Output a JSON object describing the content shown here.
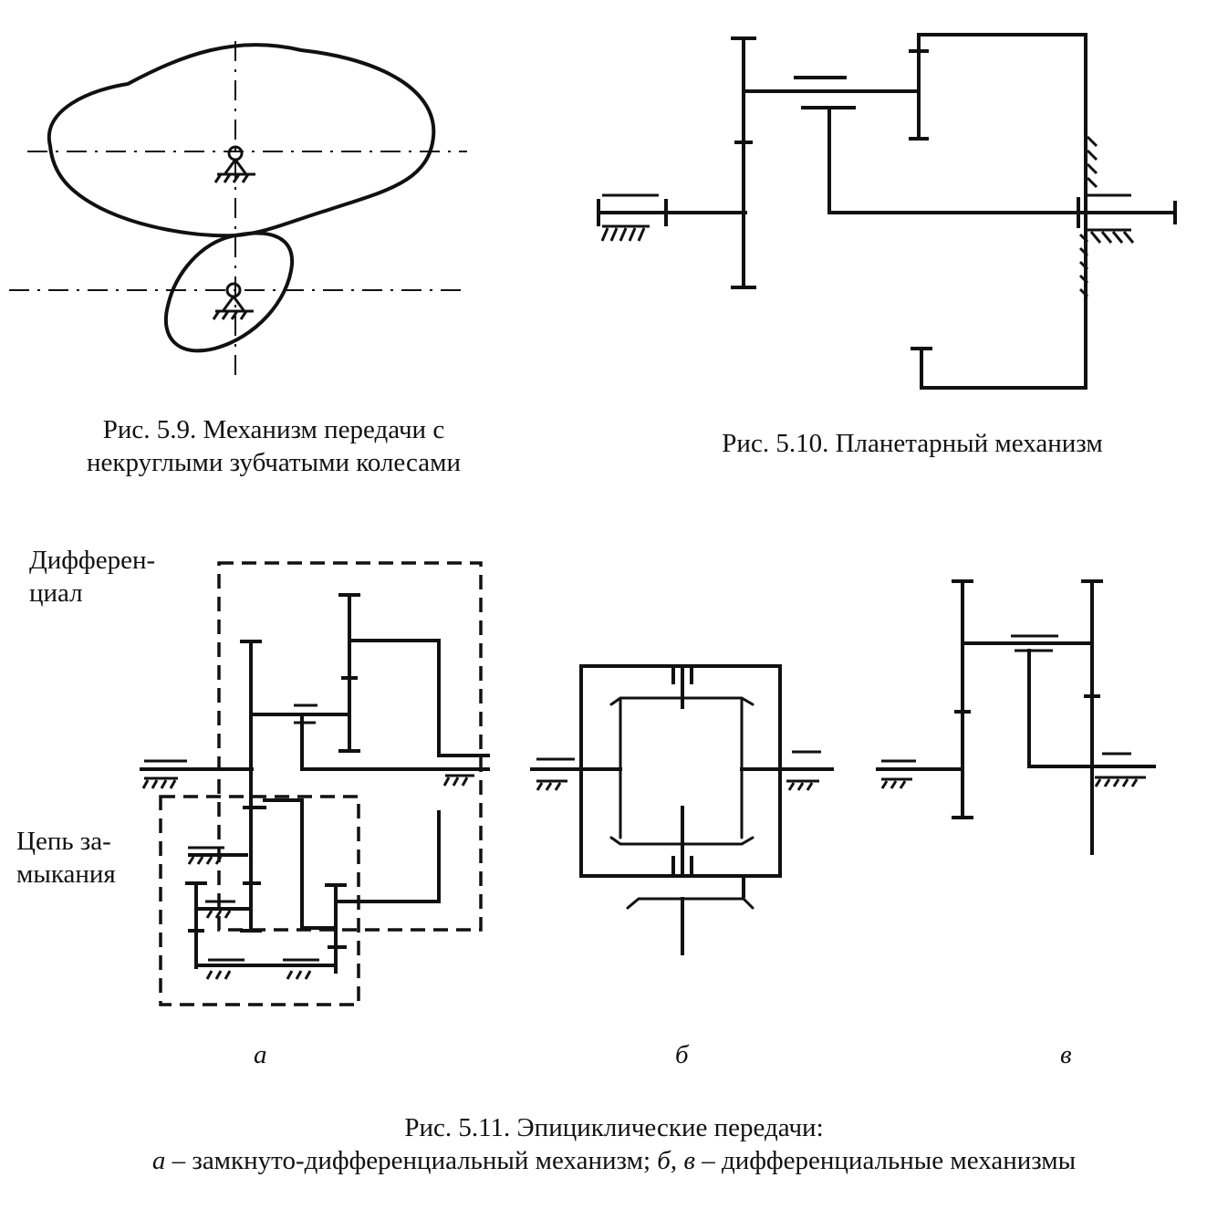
{
  "fig_5_9": {
    "caption_line1": "Рис. 5.9. Механизм передачи с",
    "caption_line2": "некруглыми зубчатыми колесами"
  },
  "fig_5_10": {
    "caption": "Рис. 5.10. Планетарный механизм"
  },
  "fig_5_11": {
    "label_differential_1": "Дифферен-",
    "label_differential_2": "циал",
    "label_closing_1": "Цепь за-",
    "label_closing_2": "мыкания",
    "sub_a": "а",
    "sub_b": "б",
    "sub_v": "в",
    "caption_line1": "Рис. 5.11. Эпициклические передачи:",
    "caption_line2_a": "а",
    "caption_line2_text1": " – замкнуто-дифференциальный механизм; ",
    "caption_line2_b": "б",
    "caption_line2_sep": ", ",
    "caption_line2_v": "в",
    "caption_line2_text2": " – дифференциальные механизмы"
  }
}
